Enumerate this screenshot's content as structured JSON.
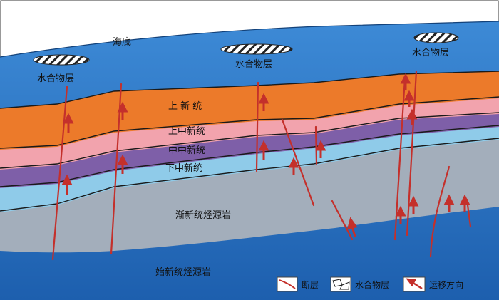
{
  "labels": {
    "seafloor": "海底",
    "hydrate_left": "水合物层",
    "hydrate_middle": "水合物层",
    "hydrate_right": "水合物层",
    "upper_neogene": "上 新 统",
    "upper_miocene": "上中新统",
    "middle_miocene": "中中新统",
    "lower_miocene": "下中新统",
    "oligocene_source": "渐新统烃源岩",
    "eocene_source": "始新统烃源岩"
  },
  "legend": {
    "fault": "断层",
    "hydrate": "水合物层",
    "migration": "运移方向"
  },
  "colors": {
    "sea_dark": "#1e63b4",
    "sea_light": "#3f8fd6",
    "upper_neogene": "#ec7a2a",
    "upper_miocene": "#f2a3ad",
    "middle_miocene": "#7e5fa8",
    "lower_miocene": "#8fcbe9",
    "oligocene": "#a3aebb",
    "fault": "#c4302b",
    "arrow": "#c4302b"
  }
}
